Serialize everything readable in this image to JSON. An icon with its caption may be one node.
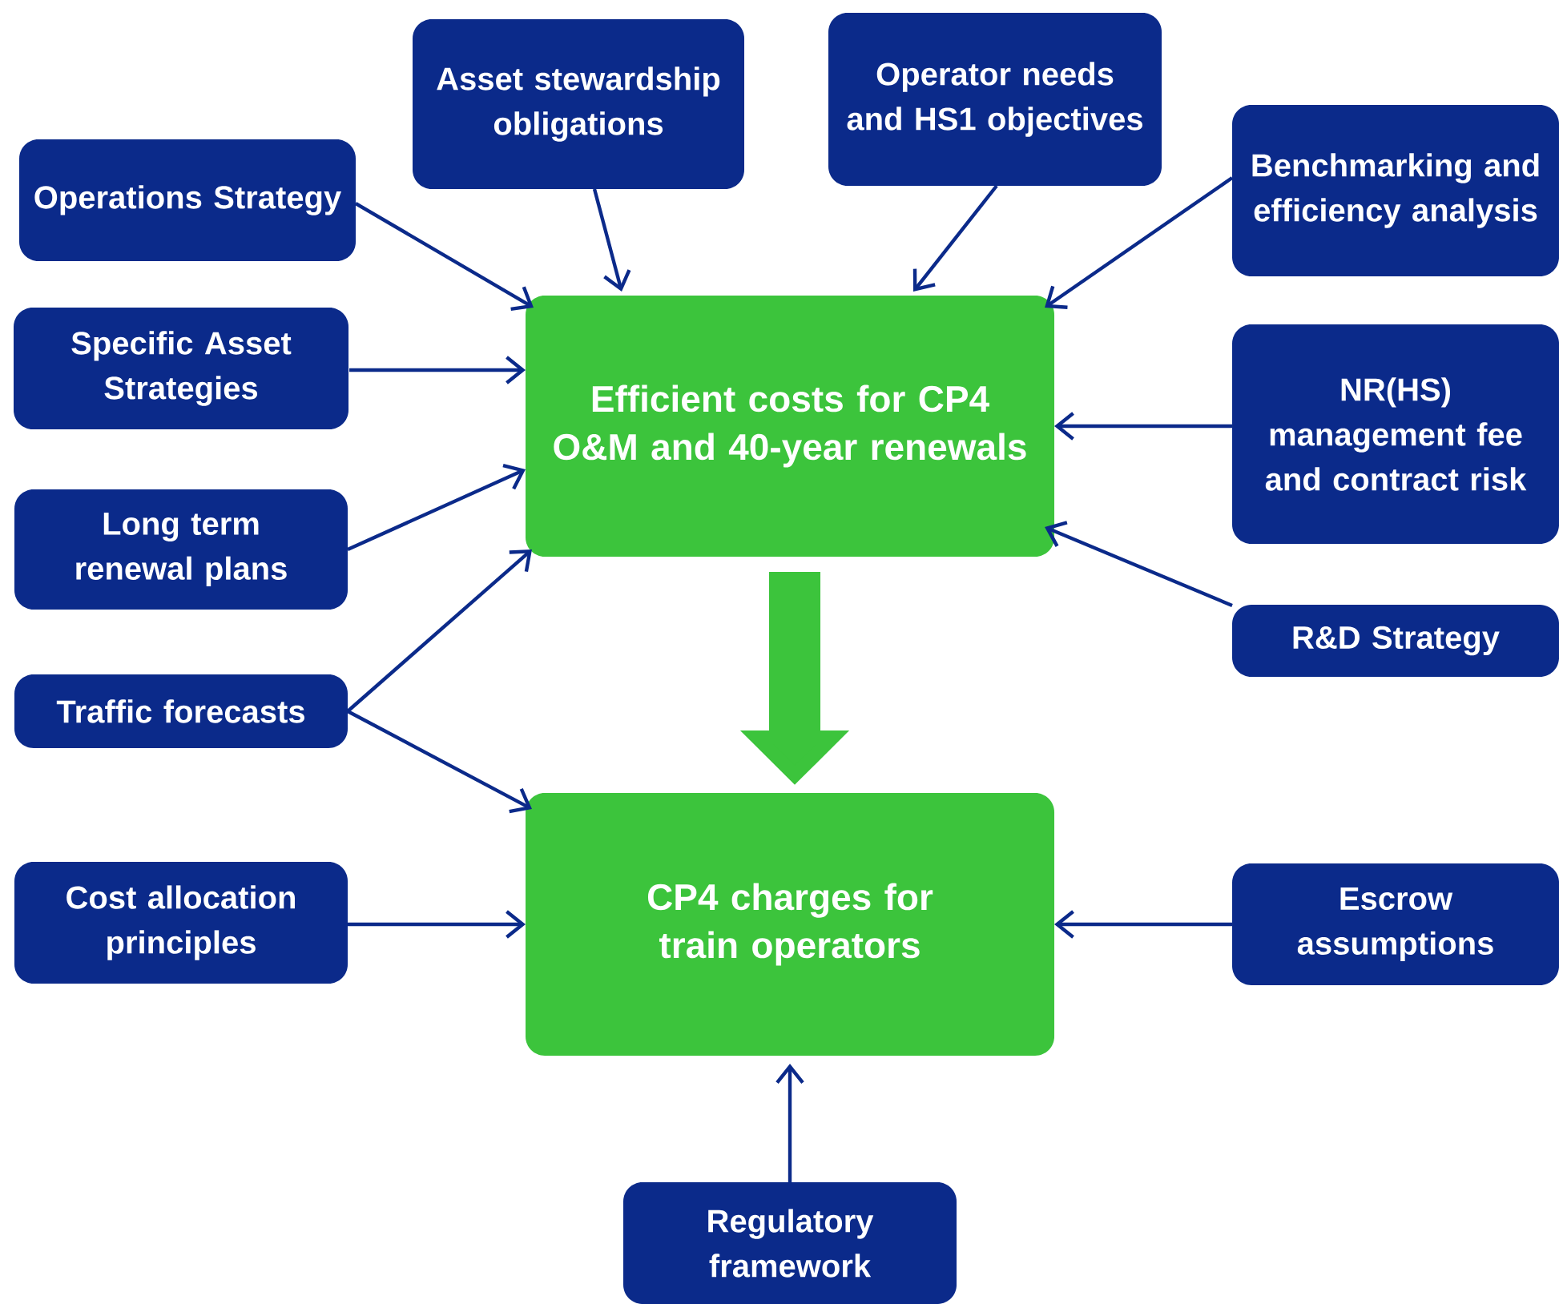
{
  "diagram": {
    "nodes": [
      {
        "text": [
          "Operations Strategy"
        ]
      },
      {
        "text": [
          "Asset stewardship obligations"
        ]
      },
      {
        "text": [
          "Operator needs and HS1 objectives"
        ]
      },
      {
        "text": [
          "Benchmarking and efficiency analysis"
        ]
      },
      {
        "text": [
          "Specific Asset Strategies"
        ]
      },
      {
        "text": [
          "Efficient costs for CP4 O&M and 40-year renewals"
        ]
      },
      {
        "text": [
          "NR(HS) management fee and contract risk"
        ]
      },
      {
        "text": [
          "Long term renewal plans"
        ]
      },
      {
        "text": [
          "R&D Strategy"
        ]
      },
      {
        "text": [
          "Traffic forecasts"
        ]
      },
      {
        "text": [
          "Cost allocation principles"
        ]
      },
      {
        "text": [
          "CP4 charges for train operators"
        ]
      },
      {
        "text": [
          "Escrow assumptions"
        ]
      },
      {
        "text": [
          "Regulatory framework"
        ]
      }
    ],
    "edges": [
      {
        "from": 0,
        "to": 5,
        "arrow": "to"
      },
      {
        "from": 1,
        "to": 5,
        "arrow": "to"
      },
      {
        "from": 2,
        "to": 5,
        "arrow": "to"
      },
      {
        "from": 3,
        "to": 5,
        "arrow": "to"
      },
      {
        "from": 4,
        "to": 5,
        "arrow": "to"
      },
      {
        "from": 6,
        "to": 5,
        "arrow": "to"
      },
      {
        "from": 7,
        "to": 5,
        "arrow": "to"
      },
      {
        "from": 8,
        "to": 5,
        "arrow": "to"
      },
      {
        "from": 9,
        "to": 5,
        "arrow": "to"
      },
      {
        "from": 9,
        "to": 11,
        "arrow": "to"
      },
      {
        "from": 10,
        "to": 11,
        "arrow": "to"
      },
      {
        "from": 12,
        "to": 11,
        "arrow": "to"
      },
      {
        "from": 13,
        "to": 11,
        "arrow": "to"
      },
      {
        "from": 5,
        "to": 11,
        "arrow": "to",
        "style": "thick",
        "color": "#3cc43c"
      }
    ]
  }
}
